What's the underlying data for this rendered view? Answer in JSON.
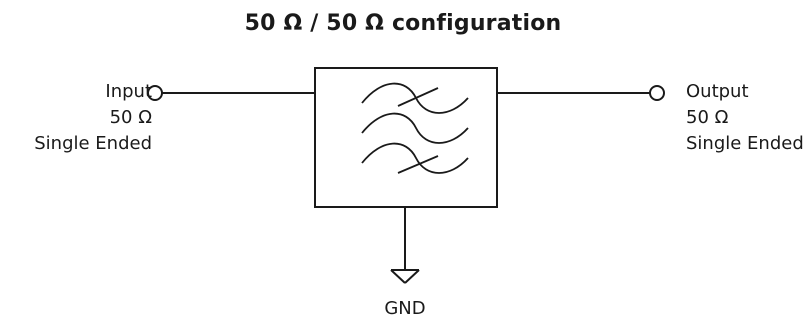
{
  "title": "50 Ω / 50 Ω configuration",
  "input": {
    "name": "Input",
    "impedance": "50 Ω",
    "mode": "Single Ended"
  },
  "output": {
    "name": "Output",
    "impedance": "50 Ω",
    "mode": "Single Ended"
  },
  "ground": {
    "label": "GND"
  },
  "icons": {
    "filter": "bandpass-filter-icon",
    "ground": "ground-symbol-icon",
    "terminal": "terminal-circle-icon"
  },
  "colors": {
    "line": "#1a1a1a",
    "background": "#ffffff"
  }
}
